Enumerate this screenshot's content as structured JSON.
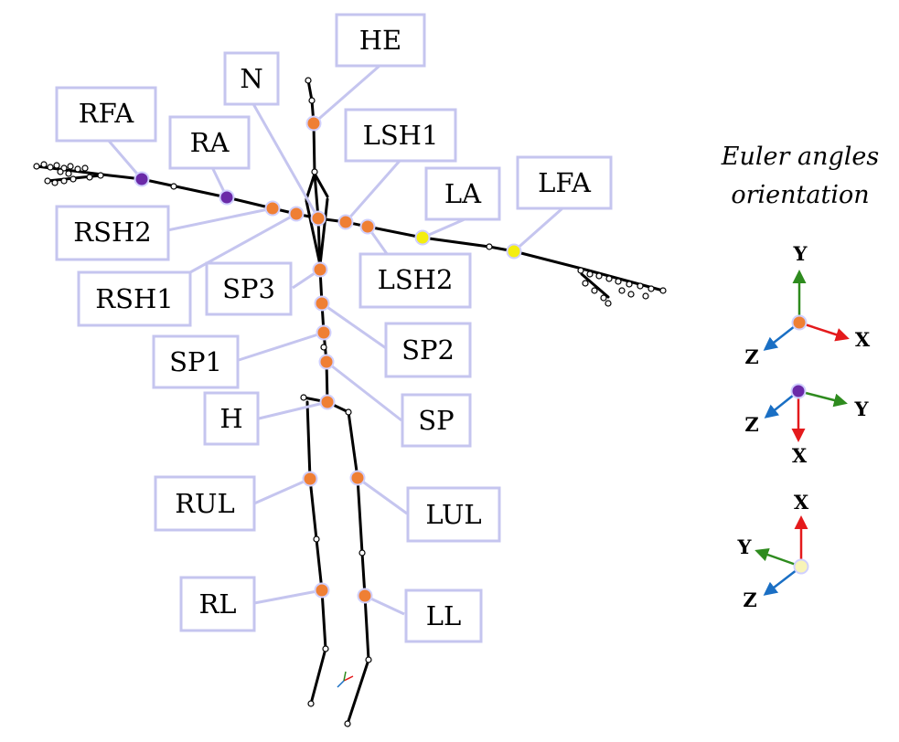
{
  "title_line1": "Euler angles",
  "title_line2": "orientation",
  "colors": {
    "orange": "#ef7f34",
    "purple": "#6a2aa8",
    "yellow": "#f4ee10",
    "pale_yellow": "#f8f4b8",
    "axis_x": "#e41a1c",
    "axis_y": "#2e8b1e",
    "axis_z": "#1a6fc4",
    "box_border": "#c5c5ef"
  },
  "labels": [
    {
      "id": "HE",
      "text": "HE"
    },
    {
      "id": "N",
      "text": "N"
    },
    {
      "id": "RFA",
      "text": "RFA"
    },
    {
      "id": "RA",
      "text": "RA"
    },
    {
      "id": "LSH1",
      "text": "LSH1"
    },
    {
      "id": "LA",
      "text": "LA"
    },
    {
      "id": "LFA",
      "text": "LFA"
    },
    {
      "id": "RSH2",
      "text": "RSH2"
    },
    {
      "id": "LSH2",
      "text": "LSH2"
    },
    {
      "id": "SP3",
      "text": "SP3"
    },
    {
      "id": "RSH1",
      "text": "RSH1"
    },
    {
      "id": "SP2",
      "text": "SP2"
    },
    {
      "id": "SP1",
      "text": "SP1"
    },
    {
      "id": "H",
      "text": "H"
    },
    {
      "id": "SP",
      "text": "SP"
    },
    {
      "id": "RUL",
      "text": "RUL"
    },
    {
      "id": "LUL",
      "text": "LUL"
    },
    {
      "id": "RL",
      "text": "RL"
    },
    {
      "id": "LL",
      "text": "LL"
    }
  ],
  "axis_legends": [
    {
      "id": "orange",
      "joint_color": "orange",
      "labels": {
        "x": "X",
        "y": "Y",
        "z": "Z"
      }
    },
    {
      "id": "purple",
      "joint_color": "purple",
      "labels": {
        "x": "X",
        "y": "Y",
        "z": "Z"
      }
    },
    {
      "id": "yellow",
      "joint_color": "pale_yellow",
      "labels": {
        "x": "X",
        "y": "Y",
        "z": "Z"
      }
    }
  ]
}
